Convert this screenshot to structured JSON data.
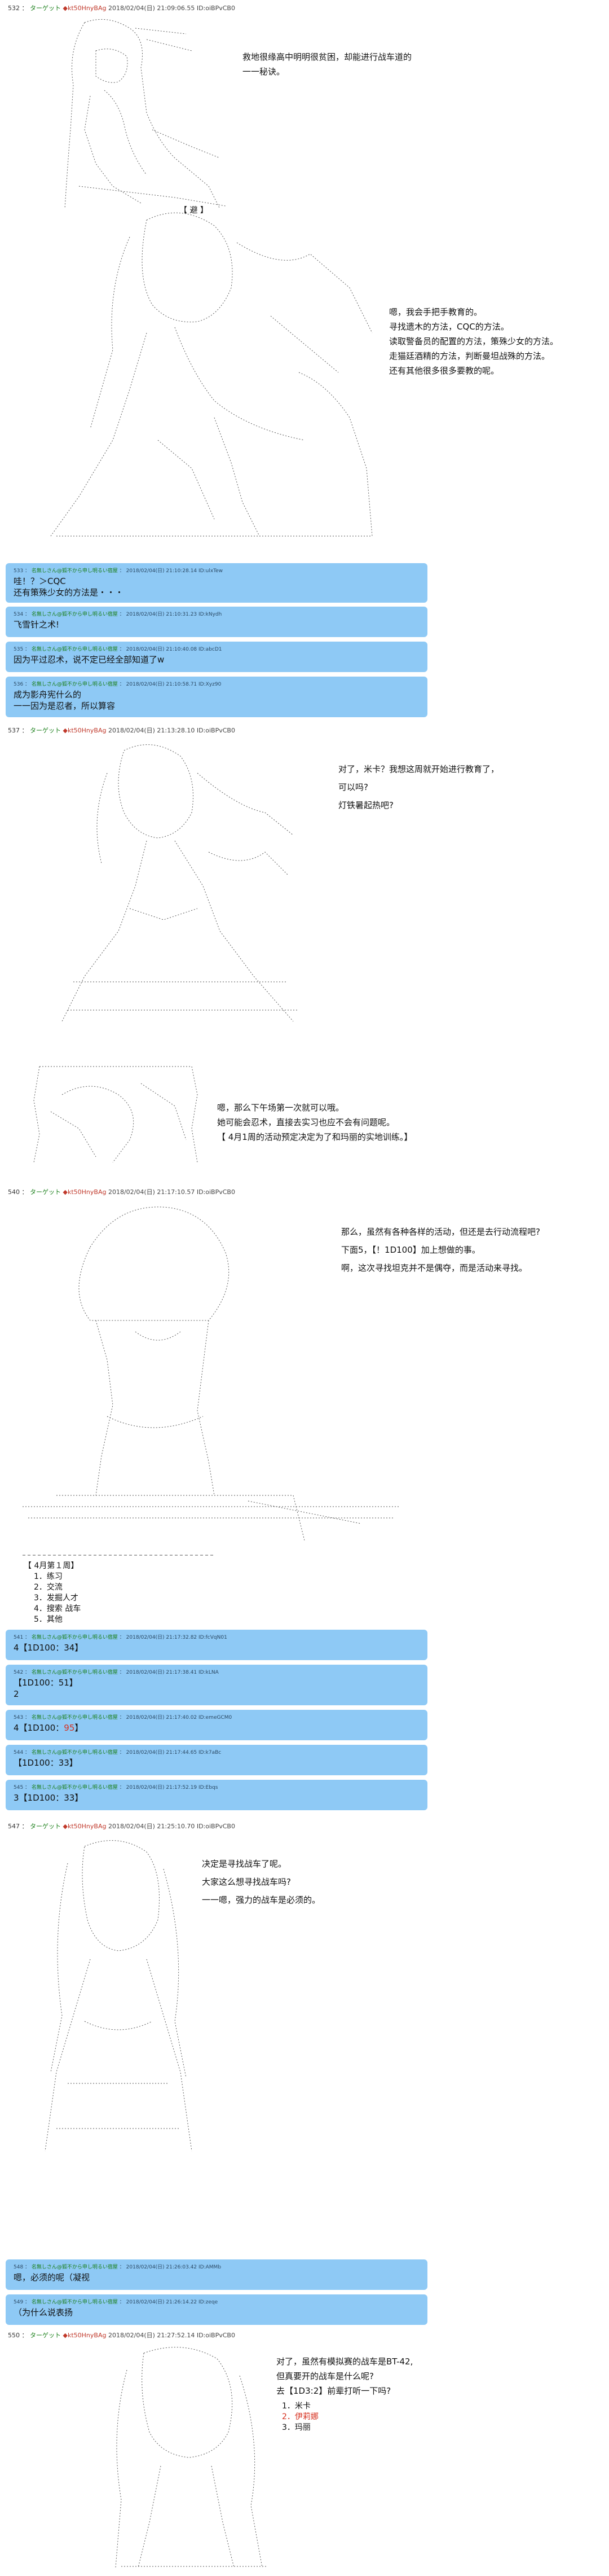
{
  "posts": [
    {
      "header": {
        "num": "532",
        "name": "ターゲット",
        "trip": "◆kt50HnyBAg",
        "meta": "2018/02/04(日) 21:09:06.55 ID:oiBPvCB0"
      },
      "lines": [
        "救地很缘高中明明很贫困，却能进行战车道的",
        "一一秘诀。"
      ],
      "caption": "【 避 】"
    },
    {
      "lines": [
        "嗯，我会手把手教育的。",
        "寻找遗木的方法，CQC的方法。",
        "读取警备员的配置的方法，策殊少女的方法。",
        "走猫廷酒精的方法，判断曼坦战殊的方法。",
        "还有其他很多很多要教的呢。"
      ]
    }
  ],
  "res_group1": [
    {
      "num": "533",
      "name": "名無しさん@狐不から申し明るい宿屋",
      "meta": "2018/02/04(日) 21:10:28.14 ID:ulxTew",
      "body": [
        "哇！？＞CQC",
        "还有策殊少女的方法是・・・"
      ]
    },
    {
      "num": "534",
      "name": "名無しさん@狐不から申し明るい宿屋",
      "meta": "2018/02/04(日) 21:10:31.23 ID:kNydh",
      "body": [
        "飞雪针之术!"
      ]
    },
    {
      "num": "535",
      "name": "名無しさん@狐不から申し明るい宿屋",
      "meta": "2018/02/04(日) 21:10:40.08 ID:abcD1",
      "body": [
        "因为平过忍术，说不定已经全部知道了w"
      ]
    },
    {
      "num": "536",
      "name": "名無しさん@狐不から申し明るい宿屋",
      "meta": "2018/02/04(日) 21:10:58.71 ID:Xyz90",
      "body": [
        "成为影舟宪什么的",
        "一一因为是忍者，所以算容"
      ]
    }
  ],
  "post537": {
    "header": {
      "num": "537",
      "name": "ターゲット",
      "trip": "◆kt50HnyBAg",
      "meta": "2018/02/04(日) 21:13:28.10 ID:oiBPvCB0"
    },
    "lines": [
      "对了，米卡？我想这周就开始进行教育了，",
      "可以吗?",
      "灯铁暑起热吧?"
    ],
    "lines2": [
      "嗯，那么下午场第一次就可以哦。",
      "她可能会忍术，直接去实习也应不会有问题呢。",
      "【 4月1周的活动预定决定为了和玛丽的实地训练。】"
    ]
  },
  "post540": {
    "header": {
      "num": "540",
      "name": "ターゲット",
      "trip": "◆kt50HnyBAg",
      "meta": "2018/02/04(日) 21:17:10.57 ID:oiBPvCB0"
    },
    "lines": [
      "那么，虽然有各种各样的活动，但还是去行动流程吧?",
      "下面5，【！1D100】加上想做的事。",
      "啊，这次寻找坦克并不是偶夺，而是活动来寻找。"
    ],
    "week_title": "【 4月第１周】",
    "options": [
      "1．练习",
      "2．交流",
      "3．发掘人才",
      "4．搜索 战车",
      "5．其他"
    ]
  },
  "res_group2": [
    {
      "num": "541",
      "name": "名無しさん@狐不から申し明るい宿屋",
      "meta": "2018/02/04(日) 21:17:32.82 ID:fcVqN01",
      "body": [
        "4【1D100：34】"
      ]
    },
    {
      "num": "542",
      "name": "名無しさん@狐不から申し明るい宿屋",
      "meta": "2018/02/04(日) 21:17:38.41 ID:kLNA",
      "body": [
        "【1D100：51】",
        "2"
      ]
    },
    {
      "num": "543",
      "name": "名無しさん@狐不から申し明るい宿屋",
      "meta": "2018/02/04(日) 21:17:40.02 ID:emeGCM0",
      "body_html": [
        "4【1D100：",
        "95",
        "】"
      ]
    },
    {
      "num": "544",
      "name": "名無しさん@狐不から申し明るい宿屋",
      "meta": "2018/02/04(日) 21:17:44.65 ID:k7aBc",
      "body": [
        "【1D100：33】"
      ]
    },
    {
      "num": "545",
      "name": "名無しさん@狐不から申し明るい宿屋",
      "meta": "2018/02/04(日) 21:17:52.19 ID:Ebqs",
      "body": [
        "3【1D100：33】"
      ]
    }
  ],
  "post547": {
    "header": {
      "num": "547",
      "name": "ターゲット",
      "trip": "◆kt50HnyBAg",
      "meta": "2018/02/04(日) 21:25:10.70 ID:oiBPvCB0"
    },
    "lines": [
      "决定是寻找战车了呢。",
      "大家这么想寻找战车吗?",
      "一一嗯，强力的战车是必须的。"
    ]
  },
  "res_group3": [
    {
      "num": "548",
      "name": "名無しさん@狐不から申し明るい宿屋",
      "meta": "2018/02/04(日) 21:26:03.42 ID:AMMb",
      "body": [
        "嗯，必须的呢（凝视"
      ]
    },
    {
      "num": "549",
      "name": "名無しさん@狐不から申し明るい宿屋",
      "meta": "2018/02/04(日) 21:26:14.22 ID:zeqe",
      "body": [
        "（为什么说表扬"
      ]
    }
  ],
  "post550": {
    "header": {
      "num": "550",
      "name": "ターゲット",
      "trip": "◆kt50HnyBAg",
      "meta": "2018/02/04(日) 21:27:52.14 ID:oiBPvCB0"
    },
    "lines": [
      "对了，虽然有模拟赛的战车是BT-42,",
      "但真要开的战车是什么呢?",
      "去【1D3:2】前辈打听一下吗?"
    ],
    "choices": [
      "1．米卡",
      "2．伊莉娜",
      "3．玛丽"
    ]
  }
}
